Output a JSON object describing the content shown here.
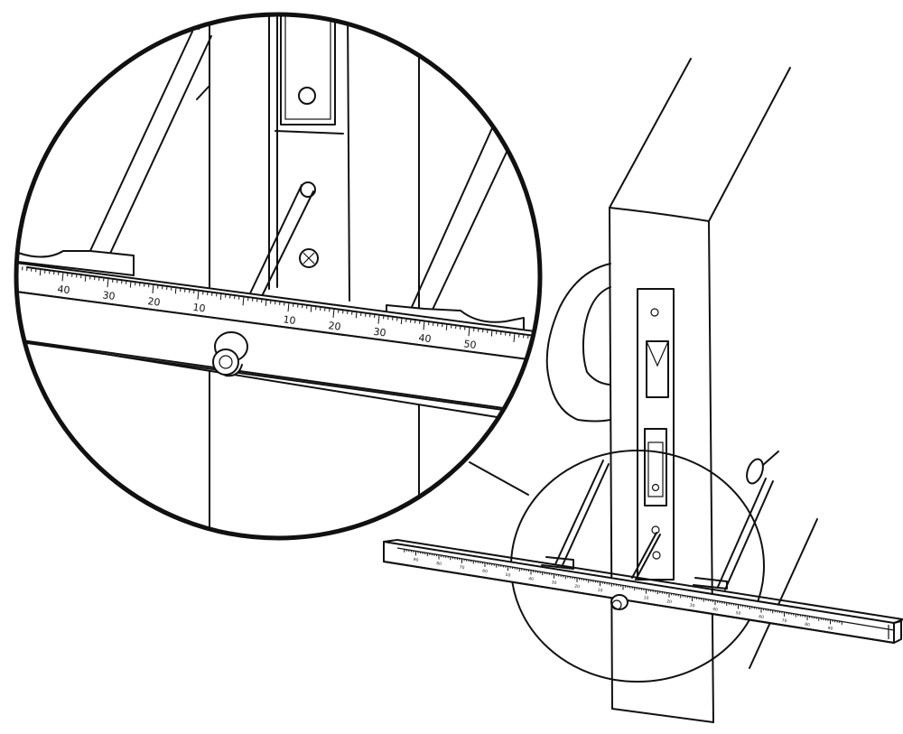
{
  "figure": {
    "description_labels": [],
    "zoom_scale_left": [
      "40",
      "30",
      "20",
      "10"
    ],
    "zoom_scale_right": [
      "10",
      "20",
      "30",
      "40",
      "50"
    ],
    "small_scale_left": [
      "90",
      "80",
      "70",
      "60",
      "50",
      "40",
      "30",
      "20",
      "10"
    ],
    "small_scale_right": [
      "10",
      "20",
      "30",
      "40",
      "50",
      "60",
      "70",
      "80",
      "90"
    ]
  }
}
